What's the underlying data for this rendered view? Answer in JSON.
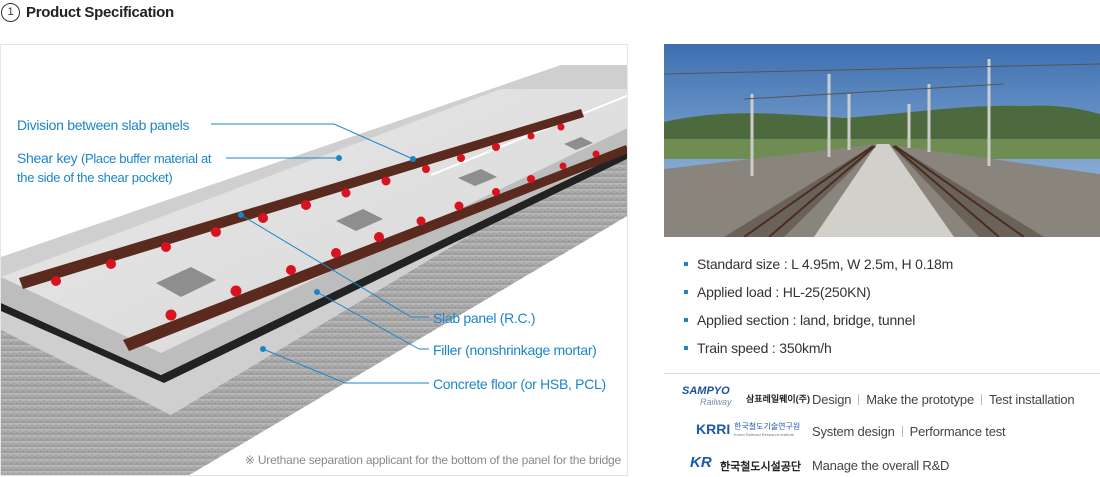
{
  "header": {
    "number": "1",
    "title": "Product Specification"
  },
  "diagram": {
    "labels": {
      "division": "Division between slab panels",
      "shear_main": "Shear key",
      "shear_detail": "(Place buffer material at",
      "shear_detail2": "the side of the shear pocket)",
      "slab": "Slab panel (R.C.)",
      "filler": "Filler (nonshrinkage mortar)",
      "concrete": "Concrete floor (or HSB, PCL)"
    },
    "note": "※ Urethane separation applicant for the bottom of the panel for the bridge",
    "colors": {
      "label": "#1a86c8",
      "rail": "#5a2a1e",
      "fastener": "#d8121e"
    }
  },
  "specs": [
    "Standard size : L 4.95m, W 2.5m, H 0.18m",
    "Applied load : HL-25(250KN)",
    "Applied section : land, bridge, tunnel",
    "Train speed : 350km/h"
  ],
  "partners": [
    {
      "logo_main": "SAMPYO",
      "logo_sub": "Railway",
      "logo_kr": "삼표레일웨이(주)",
      "roles": [
        "Design",
        "Make the prototype",
        "Test installation"
      ]
    },
    {
      "logo_main": "KRRI",
      "logo_kr": "한국철도기술연구원",
      "logo_en": "Korea Railroad Research Institute",
      "roles": [
        "System design",
        "Performance test"
      ]
    },
    {
      "logo_main": "KR",
      "logo_kr": "한국철도시설공단",
      "roles": [
        "Manage the overall R&D"
      ]
    }
  ]
}
